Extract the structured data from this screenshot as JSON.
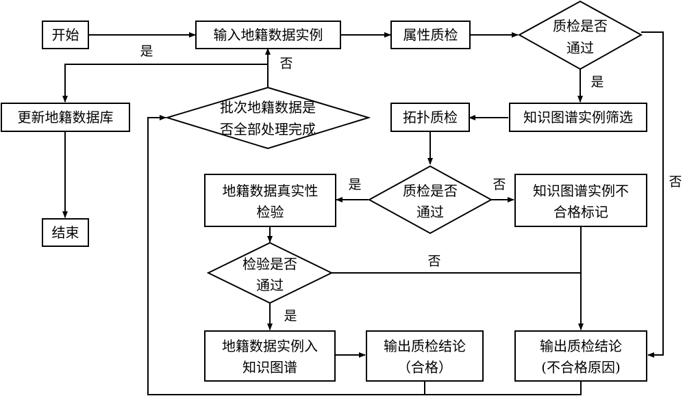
{
  "nodes": {
    "start": "开始",
    "input_instance": "输入地籍数据实例",
    "attribute_qc": "属性质检",
    "attr_pass_1": "质检是否",
    "attr_pass_2": "通过",
    "update_db": "更新地籍数据库",
    "batch_done_1": "批次地籍数据是",
    "batch_done_2": "否全部处理完成",
    "topology_qc": "拓扑质检",
    "kg_filter": "知识图谱实例筛选",
    "topo_pass_1": "质检是否",
    "topo_pass_2": "通过",
    "auth_check_1": "地籍数据真实性",
    "auth_check_2": "检验",
    "kg_fail_mark_1": "知识图谱实例不",
    "kg_fail_mark_2": "合格标记",
    "check_pass_1": "检验是否",
    "check_pass_2": "通过",
    "end": "结束",
    "into_kg_1": "地籍数据实例入",
    "into_kg_2": "知识图谱",
    "out_pass_1": "输出质检结论",
    "out_pass_2": "（合格）",
    "out_fail_1": "输出质检结论",
    "out_fail_2": "(不合格原因)"
  },
  "edge_labels": {
    "batch_yes": "是",
    "batch_no": "否",
    "attr_yes": "是",
    "attr_no": "否",
    "topo_yes": "是",
    "topo_no": "否",
    "check_no": "否",
    "check_yes": "是"
  }
}
